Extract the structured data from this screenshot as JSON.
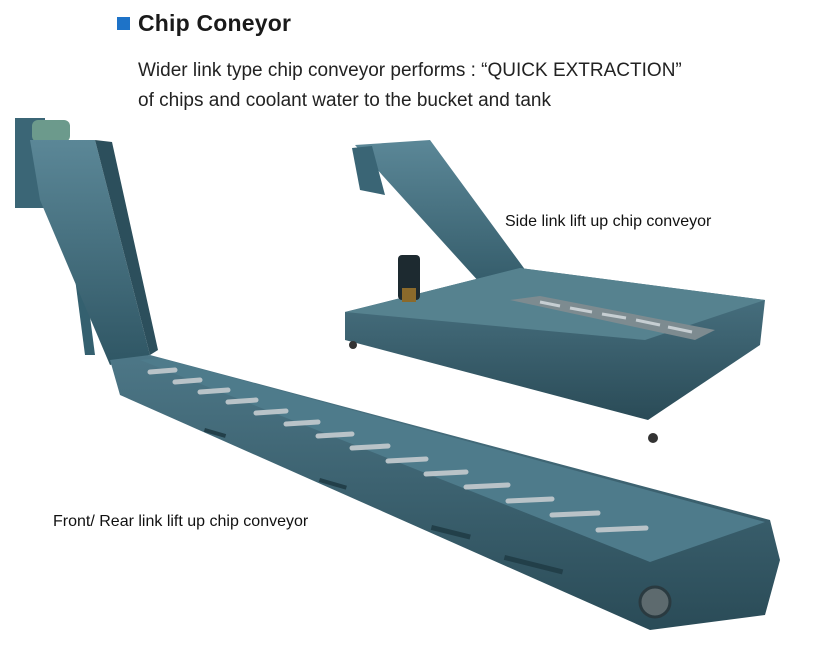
{
  "heading": {
    "title": "Chip Coneyor",
    "bullet_color": "#1e73c8"
  },
  "description": {
    "line1": "Wider link type chip conveyor performs : “QUICK EXTRACTION”",
    "line2": "of chips and coolant water to the bucket and tank"
  },
  "labels": {
    "side": "Side link lift up chip conveyor",
    "front": "Front/ Rear link lift up chip conveyor"
  },
  "colors": {
    "conveyor_body": "#3e6a7a",
    "conveyor_dark": "#2c4f5c",
    "conveyor_light": "#5f8a99"
  }
}
